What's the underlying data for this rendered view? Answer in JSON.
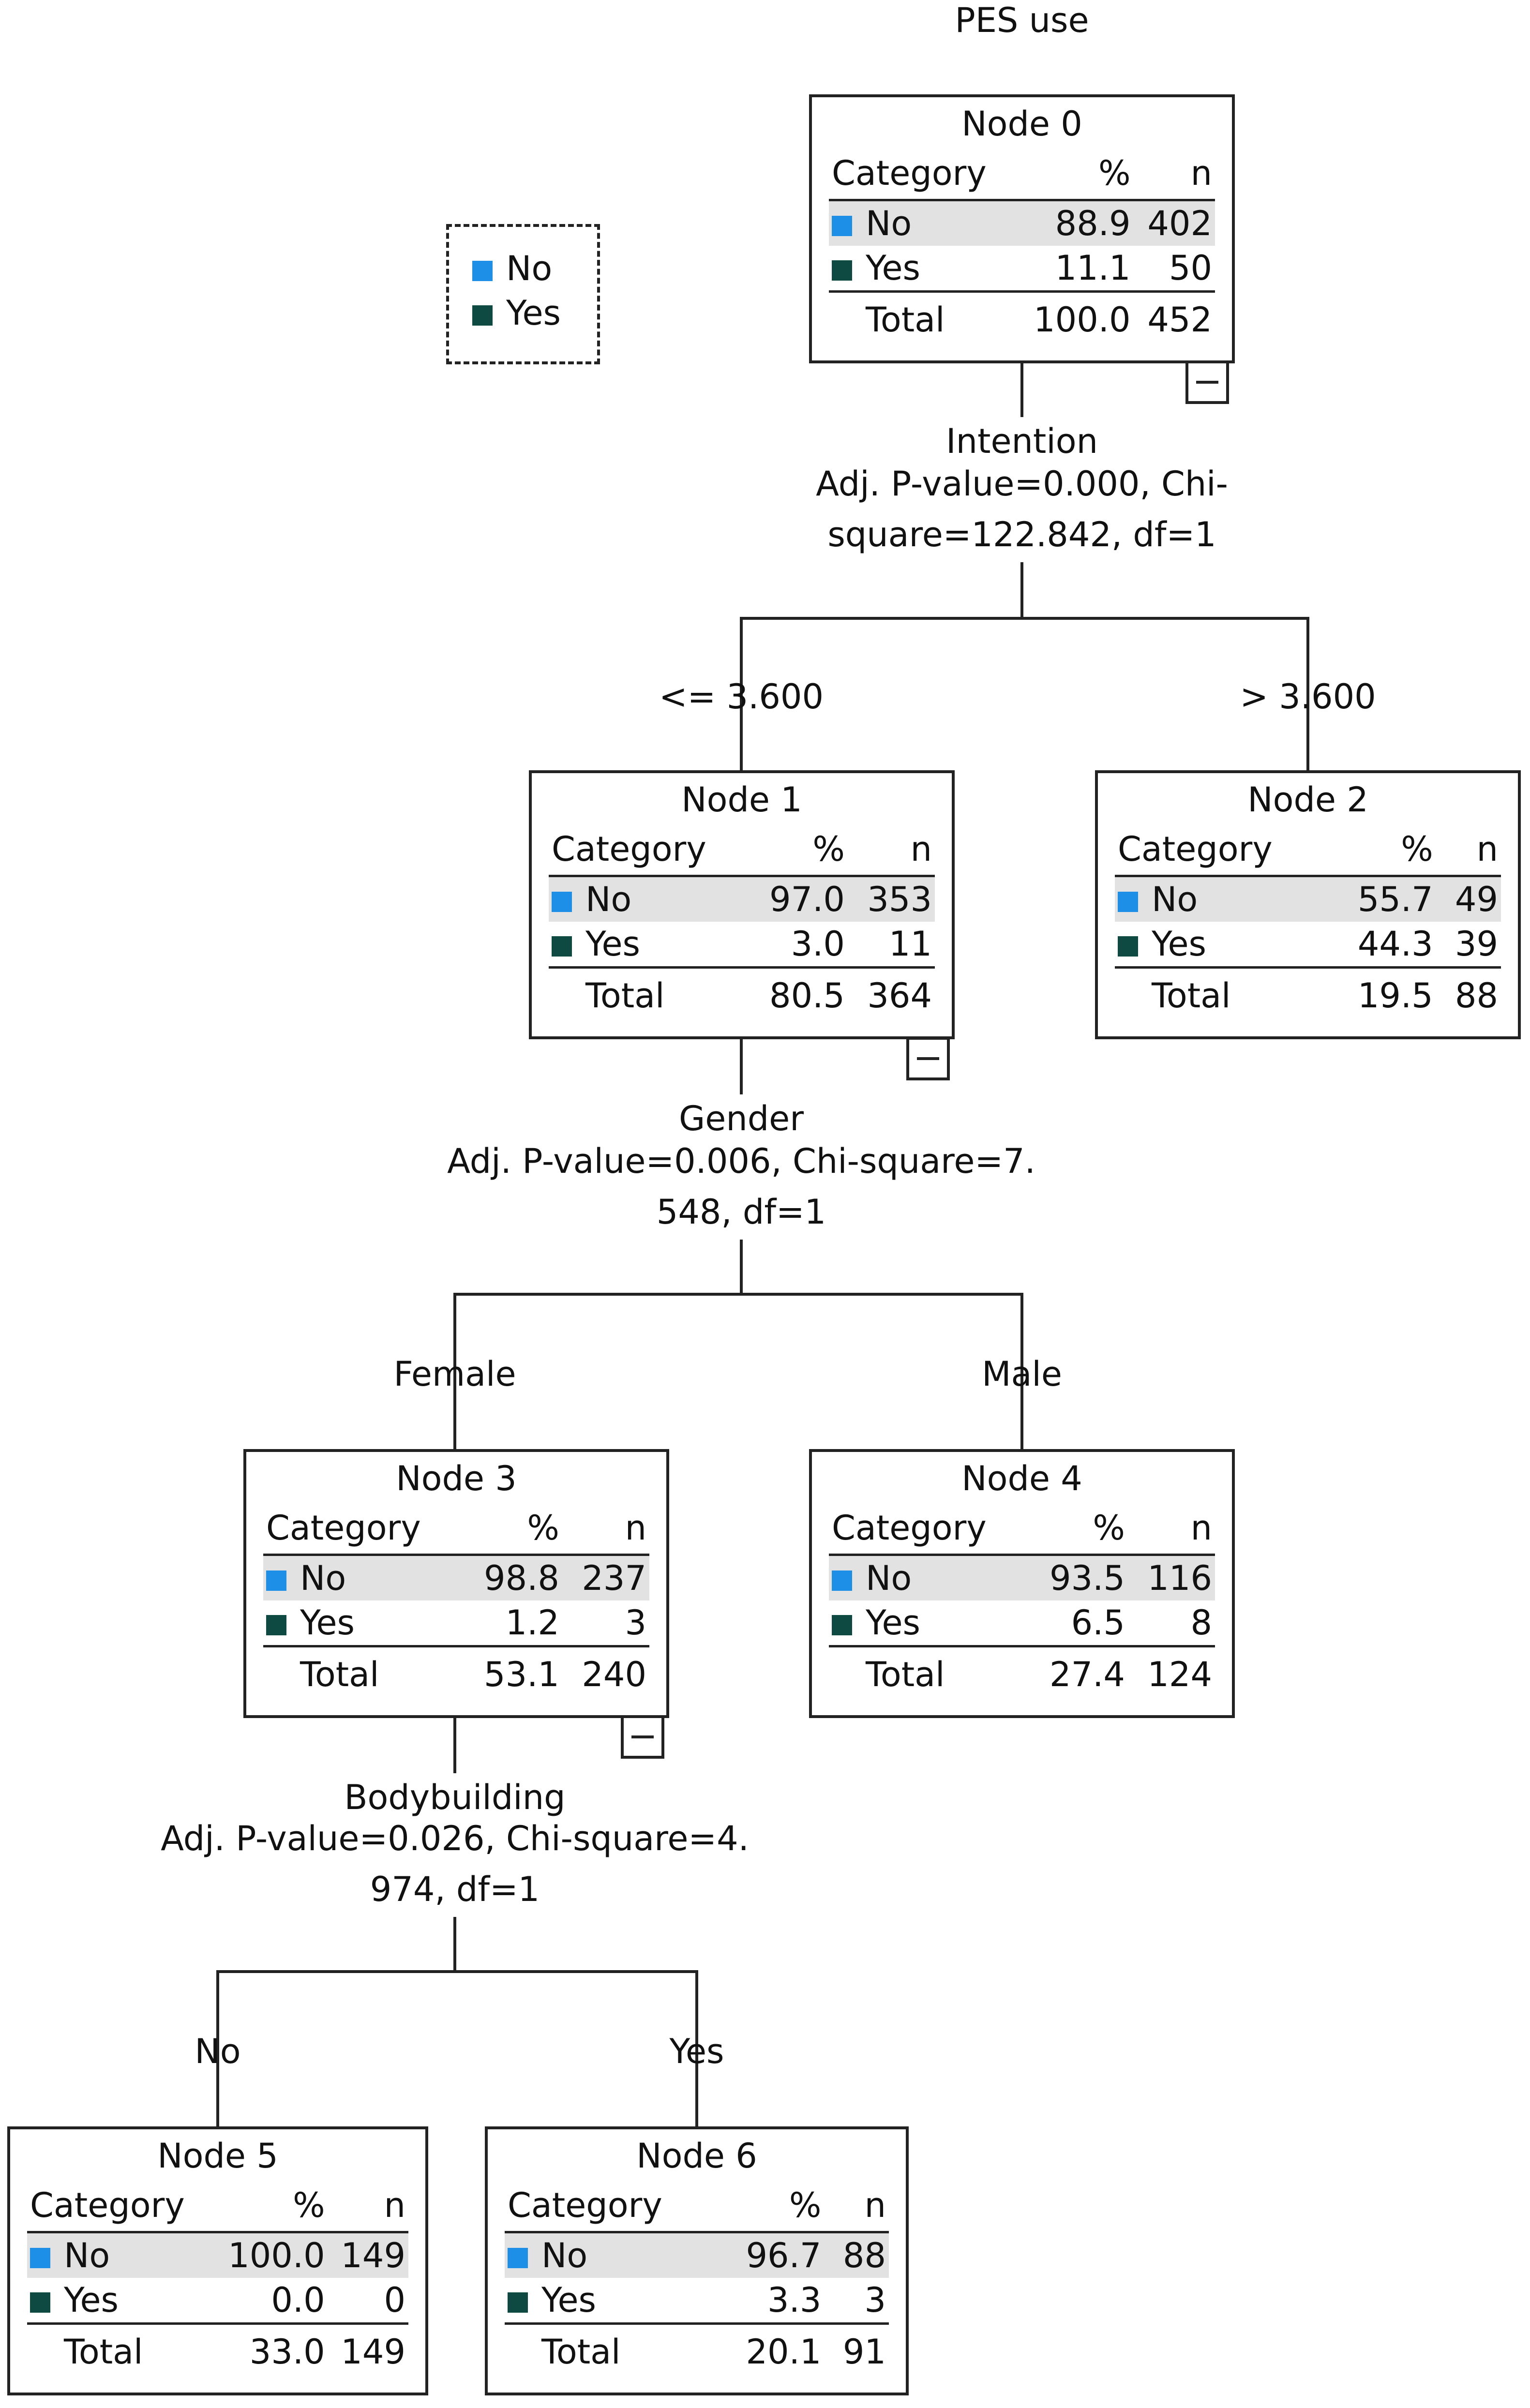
{
  "title": "PES use",
  "legend": [
    {
      "label": "No",
      "color": "#1e8fe6"
    },
    {
      "label": "Yes",
      "color": "#0f4a42"
    }
  ],
  "header": {
    "category": "Category",
    "pct": "%",
    "n": "n"
  },
  "nodes": [
    {
      "title": "Node 0",
      "rows": [
        {
          "cat": "No",
          "pct": "88.9",
          "n": "402"
        },
        {
          "cat": "Yes",
          "pct": "11.1",
          "n": "50"
        }
      ],
      "total": {
        "label": "Total",
        "pct": "100.0",
        "n": "452"
      }
    },
    {
      "title": "Node 1",
      "rows": [
        {
          "cat": "No",
          "pct": "97.0",
          "n": "353"
        },
        {
          "cat": "Yes",
          "pct": "3.0",
          "n": "11"
        }
      ],
      "total": {
        "label": "Total",
        "pct": "80.5",
        "n": "364"
      }
    },
    {
      "title": "Node 2",
      "rows": [
        {
          "cat": "No",
          "pct": "55.7",
          "n": "49"
        },
        {
          "cat": "Yes",
          "pct": "44.3",
          "n": "39"
        }
      ],
      "total": {
        "label": "Total",
        "pct": "19.5",
        "n": "88"
      }
    },
    {
      "title": "Node 3",
      "rows": [
        {
          "cat": "No",
          "pct": "98.8",
          "n": "237"
        },
        {
          "cat": "Yes",
          "pct": "1.2",
          "n": "3"
        }
      ],
      "total": {
        "label": "Total",
        "pct": "53.1",
        "n": "240"
      }
    },
    {
      "title": "Node 4",
      "rows": [
        {
          "cat": "No",
          "pct": "93.5",
          "n": "116"
        },
        {
          "cat": "Yes",
          "pct": "6.5",
          "n": "8"
        }
      ],
      "total": {
        "label": "Total",
        "pct": "27.4",
        "n": "124"
      }
    },
    {
      "title": "Node 5",
      "rows": [
        {
          "cat": "No",
          "pct": "100.0",
          "n": "149"
        },
        {
          "cat": "Yes",
          "pct": "0.0",
          "n": "0"
        }
      ],
      "total": {
        "label": "Total",
        "pct": "33.0",
        "n": "149"
      }
    },
    {
      "title": "Node 6",
      "rows": [
        {
          "cat": "No",
          "pct": "96.7",
          "n": "88"
        },
        {
          "cat": "Yes",
          "pct": "3.3",
          "n": "3"
        }
      ],
      "total": {
        "label": "Total",
        "pct": "20.1",
        "n": "91"
      }
    }
  ],
  "splits": [
    {
      "variable": "Intention",
      "stats_line1": "Adj. P-value=0.000, Chi-",
      "stats_line2": "square=122.842, df=1"
    },
    {
      "variable": "Gender",
      "stats_line1": "Adj. P-value=0.006, Chi-square=7.",
      "stats_line2": "548, df=1"
    },
    {
      "variable": "Bodybuilding",
      "stats_line1": "Adj. P-value=0.026, Chi-square=4.",
      "stats_line2": "974, df=1"
    }
  ],
  "branches": [
    "<= 3.600",
    "> 3.600",
    "Female",
    "Male",
    "No",
    "Yes"
  ]
}
